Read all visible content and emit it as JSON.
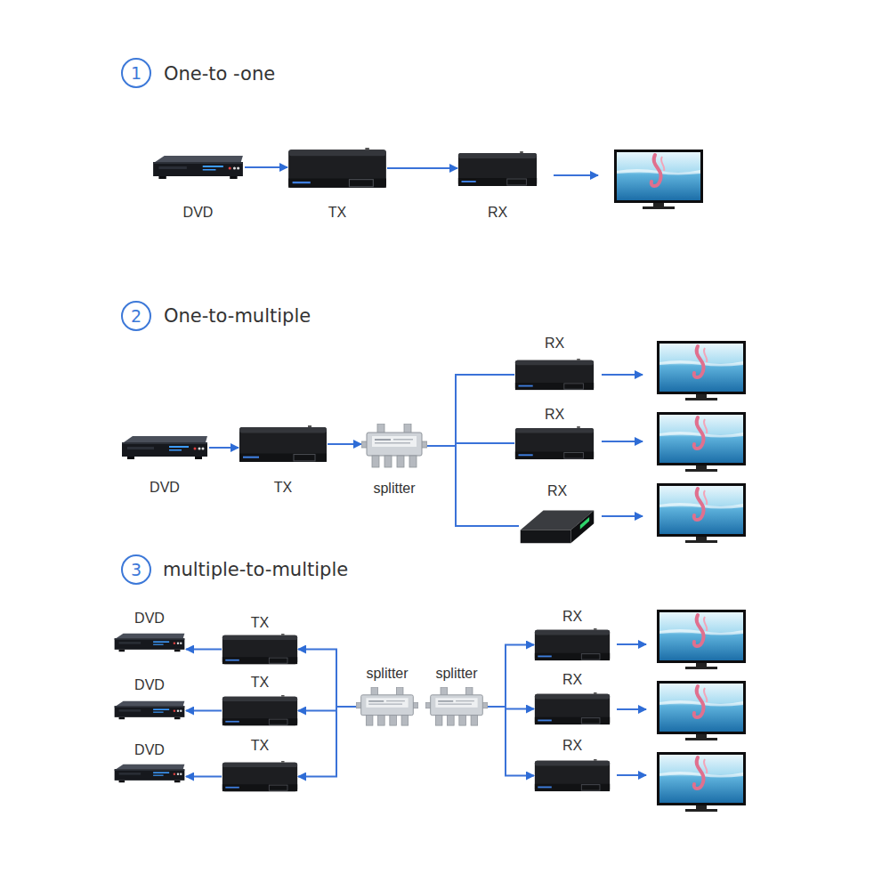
{
  "diagram": {
    "nodes": [
      {
        "text": [
          "1"
        ]
      },
      {
        "text": [
          "DVD"
        ]
      },
      {
        "text": [
          "TX"
        ]
      },
      {
        "text": [
          "RX"
        ]
      },
      {
        "text": [
          "2"
        ]
      },
      {
        "text": [
          "DVD"
        ]
      },
      {
        "text": [
          "TX"
        ]
      },
      {
        "text": [
          "splitter"
        ]
      },
      {
        "text": [
          "RX"
        ]
      },
      {
        "text": [
          "RX"
        ]
      },
      {
        "text": [
          "RX"
        ]
      },
      {
        "text": [
          "3"
        ]
      },
      {
        "text": [
          "DVD"
        ]
      },
      {
        "text": [
          "DVD"
        ]
      },
      {
        "text": [
          "DVD"
        ]
      },
      {
        "text": [
          "TX"
        ]
      },
      {
        "text": [
          "TX"
        ]
      },
      {
        "text": [
          "TX"
        ]
      },
      {
        "text": [
          "splitter"
        ]
      },
      {
        "text": [
          "splitter"
        ]
      },
      {
        "text": [
          "RX"
        ]
      },
      {
        "text": [
          "RX"
        ]
      },
      {
        "text": [
          "RX"
        ]
      }
    ],
    "edges": [
      {
        "from": 1,
        "to": 2,
        "arrow": "to"
      },
      {
        "from": 2,
        "to": 3,
        "arrow": "to"
      },
      {
        "from": 5,
        "to": 6,
        "arrow": "to"
      },
      {
        "from": 6,
        "to": 7,
        "arrow": "to"
      },
      {
        "from": 7,
        "to": 8,
        "arrow": "none"
      },
      {
        "from": 7,
        "to": 9,
        "arrow": "none"
      },
      {
        "from": 7,
        "to": 10,
        "arrow": "none"
      },
      {
        "from": 15,
        "to": 12,
        "arrow": "to"
      },
      {
        "from": 16,
        "to": 13,
        "arrow": "to"
      },
      {
        "from": 17,
        "to": 14,
        "arrow": "to"
      },
      {
        "from": 18,
        "to": 15,
        "arrow": "to"
      },
      {
        "from": 18,
        "to": 16,
        "arrow": "to"
      },
      {
        "from": 18,
        "to": 17,
        "arrow": "to"
      },
      {
        "from": 19,
        "to": 20,
        "arrow": "to"
      },
      {
        "from": 19,
        "to": 21,
        "arrow": "to"
      },
      {
        "from": 19,
        "to": 22,
        "arrow": "to"
      }
    ],
    "labels": [
      "One-to -one",
      "One-to-multiple",
      "multiple-to-multiple"
    ]
  }
}
